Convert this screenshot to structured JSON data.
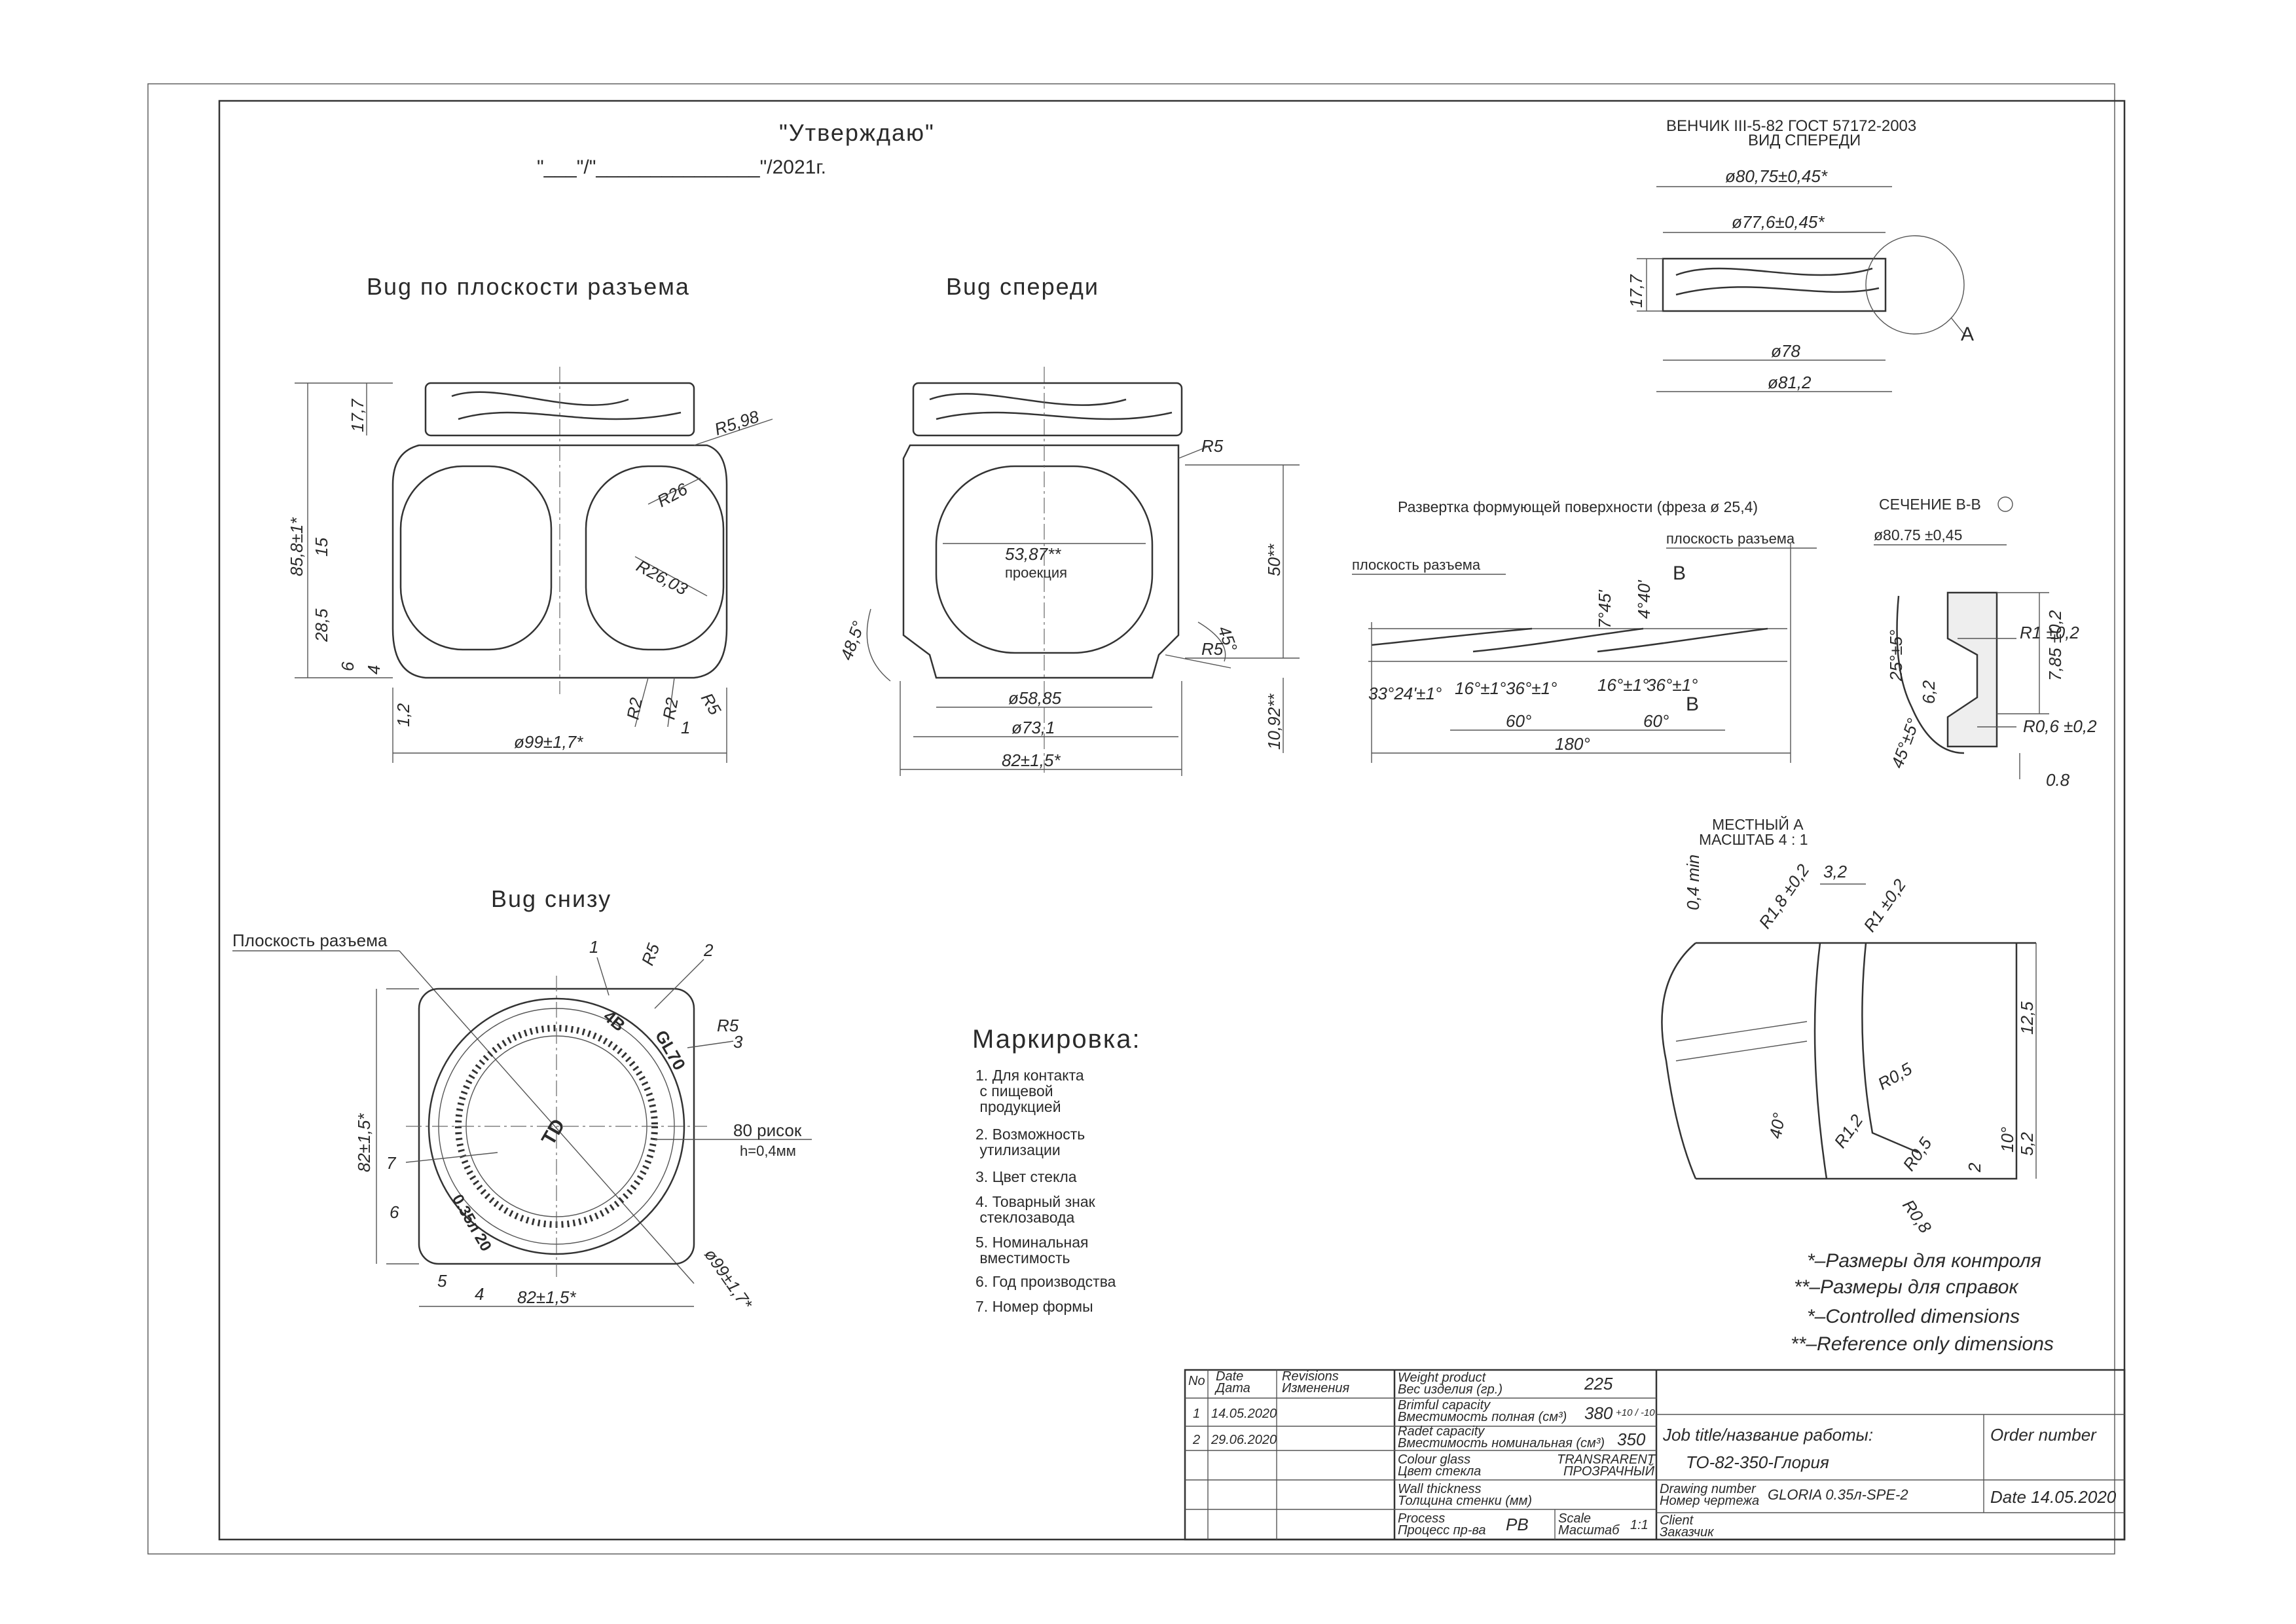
{
  "approval": {
    "title": "\"Утверждаю\"",
    "date_line": "\"___\"/\"_______________\"/2021г."
  },
  "views": {
    "parting": {
      "title": "Bug по плоскости разъема",
      "dims": [
        "17,7",
        "85,8±1*",
        "15",
        "28,5",
        "6",
        "4",
        "1,2",
        "R5,98",
        "R26",
        "R26,03",
        "R2",
        "R2",
        "R5",
        "1",
        "ø99±1,7*"
      ]
    },
    "front": {
      "title": "Bug спереди",
      "dims": [
        "R5",
        "50**",
        "53,87**",
        "проекция",
        "48,5°",
        "45°",
        "R5",
        "ø58,85",
        "ø73,1",
        "82±1,5*",
        "10,92**"
      ]
    },
    "bottom": {
      "title": "Bug снизу",
      "parting_label": "Плоскость разъема",
      "callouts": [
        "1",
        "2",
        "3",
        "4",
        "5",
        "6",
        "7"
      ],
      "dims": [
        "R5",
        "R5",
        "82±1,5*",
        "82±1,5*",
        "ø99±1,7*"
      ],
      "knurl_label": "80 рисок",
      "knurl_h": "h=0,4мм",
      "emboss": [
        "4B",
        "GL70",
        "0.35л 20"
      ]
    },
    "finish": {
      "title": "ВЕНЧИК III-5-82 ГОСТ 57172-2003",
      "subtitle": "ВИД СПЕРЕДИ",
      "dims": [
        "ø80,75±0,45*",
        "ø77,6±0,45*",
        "17,7",
        "ø78",
        "ø81,2",
        "A"
      ]
    },
    "development": {
      "title": "Развертка формующей поверхности (фреза ø 25,4)",
      "left_label": "плоскость разъема",
      "right_label": "плоскость разъема",
      "dims": [
        "7°45'",
        "4°40'",
        "33°24'±1°",
        "16°±1°",
        "36°±1°",
        "16°±1°",
        "36°±1°",
        "60°",
        "60°",
        "180°",
        "B",
        "B"
      ]
    },
    "section": {
      "title": "СЕЧЕНИЕ В-В",
      "dims": [
        "ø80.75 ±0,45",
        "R1 ±0,2",
        "7,85 ±0,2",
        "25°±5°",
        "6,2",
        "R0,6 ±0,2",
        "45°±5°",
        "0.8"
      ]
    },
    "detail": {
      "title": "МЕСТНЫЙ А",
      "subtitle": "МАСШТАБ 4 : 1",
      "dims": [
        "0,4 min",
        "R1,8 ±0,2",
        "3,2",
        "R1 ±0,2",
        "12,5",
        "R0,5",
        "40°",
        "R1,2",
        "R0,5",
        "2",
        "10°",
        "R0,8",
        "5,2"
      ]
    }
  },
  "marking": {
    "title": "Маркировка:",
    "items": [
      "1. Для контакта\n    с пищевой\n    продукцией",
      "2. Возможность\n    утилизации",
      "3. Цвет стекла",
      "4. Товарный знак\n    стеклозавода",
      "5. Номинальная\n    вместимость",
      "6. Год производства",
      "7. Номер формы"
    ]
  },
  "notes": [
    "*–Размеры для контроля",
    "**–Размеры для справок",
    "*–Controlled dimensions",
    "**–Reference only dimensions"
  ],
  "title_block": {
    "rev_headers": {
      "no": "No",
      "date_en": "Date",
      "date_ru": "Дата",
      "rev_en": "Revisions",
      "rev_ru": "Изменения"
    },
    "revisions": [
      {
        "no": "1",
        "date": "14.05.2020"
      },
      {
        "no": "2",
        "date": "29.06.2020"
      }
    ],
    "weight": {
      "en": "Weight product",
      "ru": "Вес изделия (гр.)",
      "value": "225"
    },
    "brimful": {
      "en": "Brimful capacity",
      "ru": "Вместимость полная (см³)",
      "value": "380",
      "tol": "+10 / -10"
    },
    "rated": {
      "en": "Radet capacity",
      "ru": "Вместимость номинальная (см³)",
      "value": "350"
    },
    "colour": {
      "en": "Colour glass",
      "ru": "Цвет стекла",
      "value_en": "TRANSRARENT",
      "value_ru": "ПРОЗРАЧНЫЙ"
    },
    "wall": {
      "en": "Wall thickness",
      "ru": "Толщина стенки (мм)"
    },
    "process": {
      "en": "Process",
      "ru": "Процесс пр-ва",
      "value": "PB"
    },
    "scale": {
      "en": "Scale",
      "ru": "Масштаб",
      "value": "1:1"
    },
    "job": {
      "label": "Job title/название работы:",
      "value": "TO-82-350-Глория"
    },
    "order": {
      "label": "Order number"
    },
    "drawing": {
      "en": "Drawing number",
      "ru": "Номер чертежа",
      "value": "GLORIA 0.35л-SPE-2"
    },
    "date": {
      "label": "Date 14.05.2020"
    },
    "client": {
      "en": "Client",
      "ru": "Заказчик"
    }
  }
}
